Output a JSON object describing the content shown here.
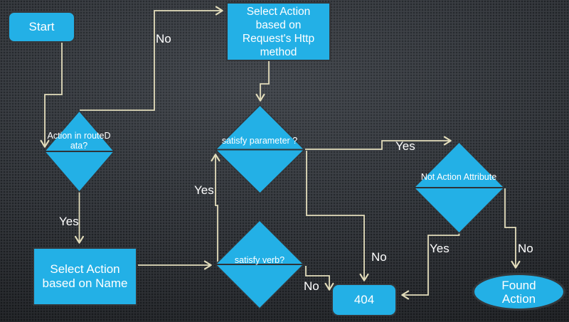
{
  "colors": {
    "accent": "#23b0e6",
    "connector": "#e3ddbb",
    "node_text": "#ffffff",
    "label_text": "#ffffff",
    "shape_border": "#33373b",
    "diamond_divider": "#2e3338",
    "background": "#35383d",
    "background_dot": "#1f2226"
  },
  "nodes": {
    "start": {
      "label": "Start"
    },
    "http_method": {
      "lines": [
        "Select Action",
        "based on",
        "Request's Http",
        "method"
      ]
    },
    "route_data": {
      "lines": [
        "Action",
        "in",
        "routeD",
        "ata?"
      ]
    },
    "satisfy_parameter": {
      "lines": [
        "satisfy",
        "parameter",
        "?"
      ]
    },
    "satisfy_verb": {
      "lines": [
        "satisfy",
        "verb?"
      ]
    },
    "not_action": {
      "lines": [
        "Not",
        "Action",
        "Attribute"
      ]
    },
    "select_by_name": {
      "lines": [
        "Select Action",
        "based on Name"
      ]
    },
    "not_found": {
      "label": "404"
    },
    "found_action": {
      "lines": [
        "Found",
        "Action"
      ]
    }
  },
  "edge_labels": {
    "routedata_no": "No",
    "routedata_yes": "Yes",
    "verb_yes": "Yes",
    "parameter_yes": "Yes",
    "parameter_no": "No",
    "verb_no": "No",
    "notaction_yes": "Yes",
    "notaction_no": "No"
  }
}
